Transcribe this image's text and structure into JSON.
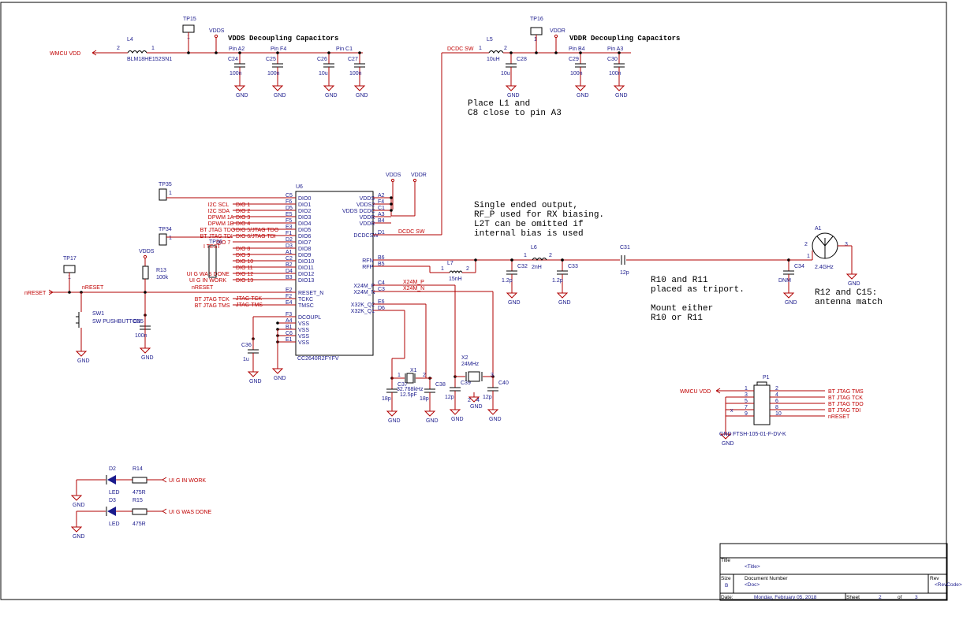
{
  "notes": {
    "vdds_decoupling": "VDDS  Decoupling  Capacitors",
    "vddr_decoupling": "VDDR  Decoupling  Capacitors",
    "place_l1": [
      "Place  L1  and",
      "C8  close  to  pin  A3"
    ],
    "single_ended": [
      "Single   ended   output,",
      "RF_P  used  for  RX  biasing.",
      "L2T  can  be  omitted  if",
      "internal  bias  is  used"
    ],
    "r10_r11": [
      "R10  and  R11",
      "placed  as  triport.",
      "",
      "Mount   either",
      "R10  or  R11"
    ],
    "r12_c15": [
      "R12  and  C15:",
      "antenna   match"
    ]
  },
  "nets": {
    "wmcu_vdd": "WMCU VDD",
    "vdds": "VDDS",
    "vddr": "VDDR",
    "dcdc_sw": "DCDC SW",
    "gnd": "GND",
    "nreset": "nRESET",
    "x24m_p": "X24M_P",
    "x24m_n": "X24M_N"
  },
  "parts": {
    "tp15": "TP15",
    "tp16": "TP16",
    "tp35": "TP35",
    "tp34": "TP34",
    "tp17": "TP17",
    "tp36": "TP36",
    "l4": "L4",
    "l4_val": "BLM18HE152SN1",
    "l5": "L5",
    "l5_val": "10uH",
    "l6": "L6",
    "l6_val": "2nH",
    "l7": "L7",
    "l7_val": "15nH",
    "c24": "C24",
    "c25": "C25",
    "c26": "C26",
    "c27": "C27",
    "c28": "C28",
    "c29": "C29",
    "c30": "C30",
    "c32": "C32",
    "c33": "C33",
    "c31": "C31",
    "c34": "C34",
    "c35": "C35",
    "c36": "C36",
    "c37": "C37",
    "c38": "C38",
    "c39": "C39",
    "c40": "C40",
    "v100n": "100n",
    "v10u": "10u",
    "v1u": "1u",
    "v12p_": "1.2p",
    "v12p": "12p",
    "v18p": "18p",
    "dnm": "DNM",
    "a1": "A1",
    "a1_val": "2.4GHz",
    "u6": "U6",
    "u6_val": "CC2640R2FYFV",
    "r13": "R13",
    "r13_val": "100k",
    "sw1": "SW1",
    "sw1_val": "SW PUSHBUTTON",
    "x1": "X1",
    "x1_val": "32.768kHz",
    "x1_load": "12.5pF",
    "x2": "X2",
    "x2_val": "24MHz",
    "d2": "D2",
    "d3": "D3",
    "led": "LED",
    "r14": "R14",
    "r15": "R15",
    "r475": "475R",
    "p1": "P1",
    "p1_val": "FTSH-105-01-F-DV-K",
    "pin_a2": "Pin  A2",
    "pin_f4": "Pin  F4",
    "pin_c1": "Pin  C1",
    "pin_b4": "Pin  B4",
    "pin_a3": "Pin  A3"
  },
  "u6_left": [
    {
      "pin": "C5",
      "name": "DIO0",
      "net": ""
    },
    {
      "pin": "F6",
      "name": "DIO1",
      "net": "I2C  SCL"
    },
    {
      "pin": "D5",
      "name": "DIO2",
      "net": "I2C  SDA"
    },
    {
      "pin": "E5",
      "name": "DIO3",
      "net": "DPWM  1A"
    },
    {
      "pin": "F5",
      "name": "DIO4",
      "net": "DPWM  1B"
    },
    {
      "pin": "E3",
      "name": "DIO5",
      "net": "BT JTAG TDO"
    },
    {
      "pin": "F1",
      "name": "DIO6",
      "net": "BT JTAG TDI"
    },
    {
      "pin": "D2",
      "name": "DIO7",
      "net": "DIO 7"
    },
    {
      "pin": "D3",
      "name": "DIO8",
      "net": ""
    },
    {
      "pin": "A1",
      "name": "DIO9",
      "net": ""
    },
    {
      "pin": "C2",
      "name": "DIO10",
      "net": ""
    },
    {
      "pin": "B2",
      "name": "DIO11",
      "net": ""
    },
    {
      "pin": "D4",
      "name": "DIO12",
      "net": "UI  G  WAS  DONE"
    },
    {
      "pin": "B3",
      "name": "DIO13",
      "net": "UI  G  IN  WORK"
    }
  ],
  "u6_left_labels": [
    "DIO  1",
    "DIO  2",
    "DIO  3",
    "DIO  4",
    "DIO  5/JTAG  TDO",
    "DIO  6/JTAG  TDI",
    "DIO  8",
    "DIO  9",
    "DIO  10",
    "DIO  11",
    "DIO  12",
    "DIO  13"
  ],
  "u6_left2": [
    {
      "pin": "E2",
      "name": "RESET_N",
      "net": "nRESET"
    },
    {
      "pin": "F2",
      "name": "TCKC",
      "net": "BT  JTAG  TCK"
    },
    {
      "pin": "E4",
      "name": "TMSC",
      "net": "BT  JTAG  TMS"
    },
    {
      "pin": "F3",
      "name": "DCOUPL",
      "net": ""
    },
    {
      "pin": "A4",
      "name": "VSS",
      "net": ""
    },
    {
      "pin": "B1",
      "name": "VSS",
      "net": ""
    },
    {
      "pin": "C6",
      "name": "VSS",
      "net": ""
    },
    {
      "pin": "E1",
      "name": "VSS",
      "net": ""
    }
  ],
  "u6_jtag_labels": [
    "JTAG  TCK",
    "JTAG  TMS"
  ],
  "u6_right": [
    {
      "pin": "A2",
      "name": "VDDS"
    },
    {
      "pin": "F4",
      "name": "VDDS2"
    },
    {
      "pin": "C1",
      "name": "VDDS  DCDC"
    },
    {
      "pin": "A3",
      "name": "VDDR"
    },
    {
      "pin": "B4",
      "name": "VDDR"
    },
    {
      "pin": "D1",
      "name": "DCDCSW"
    },
    {
      "pin": "B6",
      "name": "RFN"
    },
    {
      "pin": "B5",
      "name": "RFP"
    },
    {
      "pin": "C4",
      "name": "X24M_P"
    },
    {
      "pin": "C3",
      "name": "X24M_N"
    },
    {
      "pin": "E6",
      "name": "X32K_Q2"
    },
    {
      "pin": "D6",
      "name": "X32K_Q1"
    }
  ],
  "p1_pins": [
    {
      "l": "1",
      "r": "2",
      "net": "BT  JTAG  TMS"
    },
    {
      "l": "3",
      "r": "4",
      "net": "BT  JTAG  TCK"
    },
    {
      "l": "5",
      "r": "6",
      "net": "BT  JTAG  TDO"
    },
    {
      "l": "7",
      "r": "8",
      "net": "BT  JTAG  TDI"
    },
    {
      "l": "9",
      "r": "10",
      "net": "nRESET"
    }
  ],
  "ui_nets": {
    "in_work": "UI  G  IN  WORK",
    "was_done": "UI  G  WAS  DONE",
    "tp36_lbl": "I  TEST"
  },
  "pin_nums": {
    "one": "1",
    "two": "2",
    "three": "3",
    "four": "4"
  },
  "title_block": {
    "title_lbl": "Title",
    "title_val": "<Title>",
    "size_lbl": "Size",
    "size_val": "B",
    "docnum_lbl": "Document  Number",
    "docnum_val": "<Doc>",
    "rev_lbl": "Rev",
    "rev_val": "<RevCode>",
    "date_lbl": "Date:",
    "date_val": "Monday, February 05, 2018",
    "sheet_lbl": "Sheet",
    "sheet_val": "2",
    "of_lbl": "of",
    "of_val": "3"
  }
}
